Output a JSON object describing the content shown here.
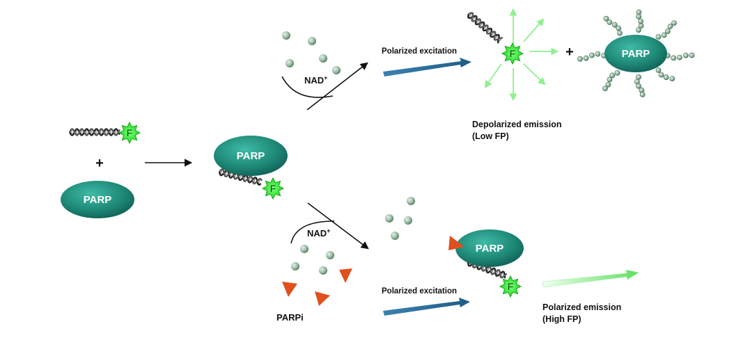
{
  "labels": {
    "parp": "PARP",
    "fluor": "F",
    "nad": "NAD",
    "nad_sup": "+",
    "plus": "+",
    "polarized_excitation": "Polarized excitation",
    "depolarized_emission": "Depolarized emission",
    "low_fp": "(Low FP)",
    "polarized_emission": "Polarized emission",
    "high_fp": "(High FP)",
    "parpi": "PARPi"
  },
  "colors": {
    "parp_fill": "#1f8a78",
    "fluor_fill": "#33e633",
    "excitation_arrow": "#2a6d9a",
    "emission_arrow": "#8ef08e",
    "inhibitor": "#e0501e",
    "nad_bead": "#8fb29a",
    "dna": "#222222"
  }
}
